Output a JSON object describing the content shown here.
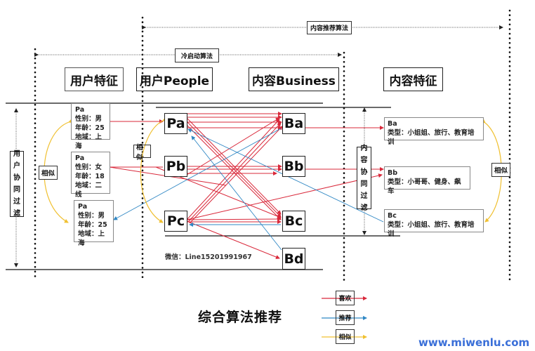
{
  "colors": {
    "like": "#d9283a",
    "recommend": "#2f87c4",
    "similar": "#f0c030",
    "watermark": "#3a6fd8"
  },
  "top_arrows": {
    "content_recommend": "内容推荐算法",
    "cold_start": "冷启动算法"
  },
  "headers": {
    "user_features": "用户特征",
    "user_people": "用户People",
    "content_business": "内容Business",
    "content_features": "内容特征"
  },
  "user_features": [
    {
      "name": "Pa",
      "lines": [
        "性别：男",
        "年龄：25",
        "地域：上海"
      ]
    },
    {
      "name": "Pa",
      "lines": [
        "性别：女",
        "年龄：18",
        "地域：二线"
      ]
    },
    {
      "name": "Pa",
      "lines": [
        "性别：男",
        "年龄：25",
        "地域：上海"
      ]
    }
  ],
  "people_nodes": [
    "Pa",
    "Pb",
    "Pc"
  ],
  "business_nodes": [
    "Ba",
    "Bb",
    "Bc",
    "Bd"
  ],
  "content_features": [
    {
      "name": "Ba",
      "line": "类型：小姐姐、旅行、教育培训"
    },
    {
      "name": "Bb",
      "line": "类型：小哥哥、健身、飙车"
    },
    {
      "name": "Bc",
      "line": "类型：小姐姐、旅行、教育培训"
    }
  ],
  "side_labels": {
    "user_cf": [
      "用",
      "户",
      "协",
      "同",
      "过",
      "滤"
    ],
    "content_cf": [
      "内",
      "容",
      "协",
      "同",
      "过",
      "滤"
    ],
    "similar_left": "相似",
    "similar_mid": "相似",
    "similar_right": "相似"
  },
  "wechat": "微信：Line15201991967",
  "title": "综合算法推荐",
  "legend": [
    {
      "label": "喜欢",
      "type": "like"
    },
    {
      "label": "推荐",
      "type": "recommend"
    },
    {
      "label": "相似",
      "type": "similar"
    }
  ],
  "watermark": "www.miwenlu.com"
}
